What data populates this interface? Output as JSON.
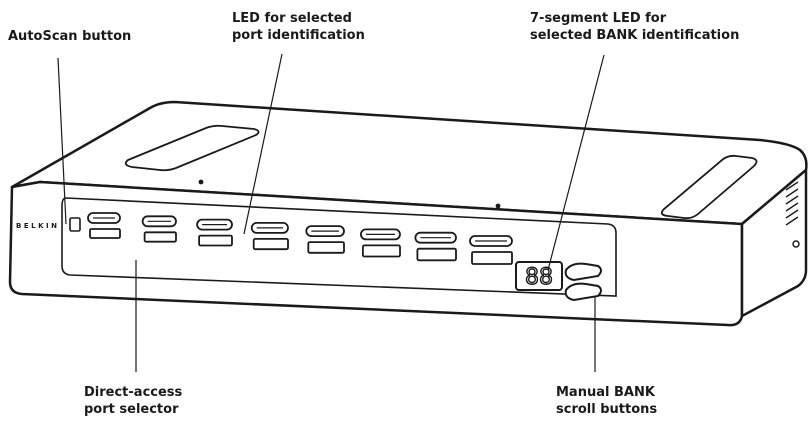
{
  "device": {
    "brand": "BELKIN",
    "bank_display": "88",
    "port_count": 8
  },
  "callouts": {
    "autoscan": {
      "lines": [
        "AutoScan button"
      ]
    },
    "port_led": {
      "lines": [
        "LED for selected",
        "port identification"
      ]
    },
    "bank_led": {
      "lines": [
        "7-segment LED for",
        "selected BANK identification"
      ]
    },
    "port_selector": {
      "lines": [
        "Direct-access",
        "port selector"
      ]
    },
    "bank_buttons": {
      "lines": [
        "Manual BANK",
        "scroll buttons"
      ]
    }
  },
  "colors": {
    "line": "#1a1a1a",
    "body": "#ffffff"
  }
}
